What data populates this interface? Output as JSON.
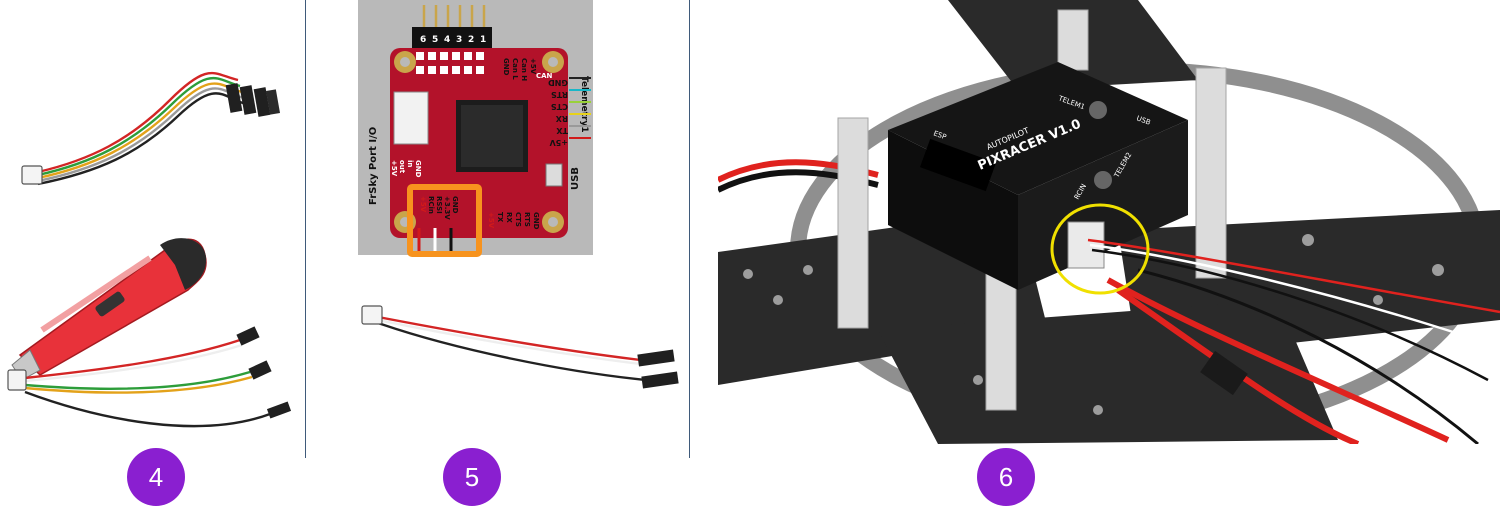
{
  "steps": [
    {
      "number": "4"
    },
    {
      "number": "5"
    },
    {
      "number": "6"
    }
  ],
  "board": {
    "header_pins": [
      "6",
      "5",
      "4",
      "3",
      "2",
      "1"
    ],
    "can_pins": [
      "GND",
      "Can L",
      "Can H",
      "+5V"
    ],
    "can_label": "CAN",
    "telemetry_pins": [
      "GND",
      "RTS",
      "CTS",
      "RX",
      "TX",
      "+5V"
    ],
    "telemetry_label": "Telemetry1",
    "frsky_label": "FrSky Port I/O",
    "frsky_pins": [
      "+5V",
      "out",
      "in",
      "GND"
    ],
    "usb_label": "USB",
    "rc_pins": [
      "+5V",
      "RCin",
      "RSSI",
      "+3.3V",
      "GND"
    ],
    "serial_pins": [
      "+5V",
      "TX",
      "RX",
      "CTS",
      "RTS",
      "GND"
    ]
  },
  "autopilot": {
    "brand": "PIXRACER V1.0",
    "subtitle": "AUTOPILOT",
    "port_labels": [
      "TELEM1",
      "USB",
      "ESP",
      "TELEM2",
      "RCIN"
    ]
  },
  "colors": {
    "badge": "#8a1fd0",
    "highlight_box": "#f7931e",
    "highlight_circle": "#f0e000",
    "divider": "#3f5a7a",
    "board_red": "#b3122a"
  }
}
